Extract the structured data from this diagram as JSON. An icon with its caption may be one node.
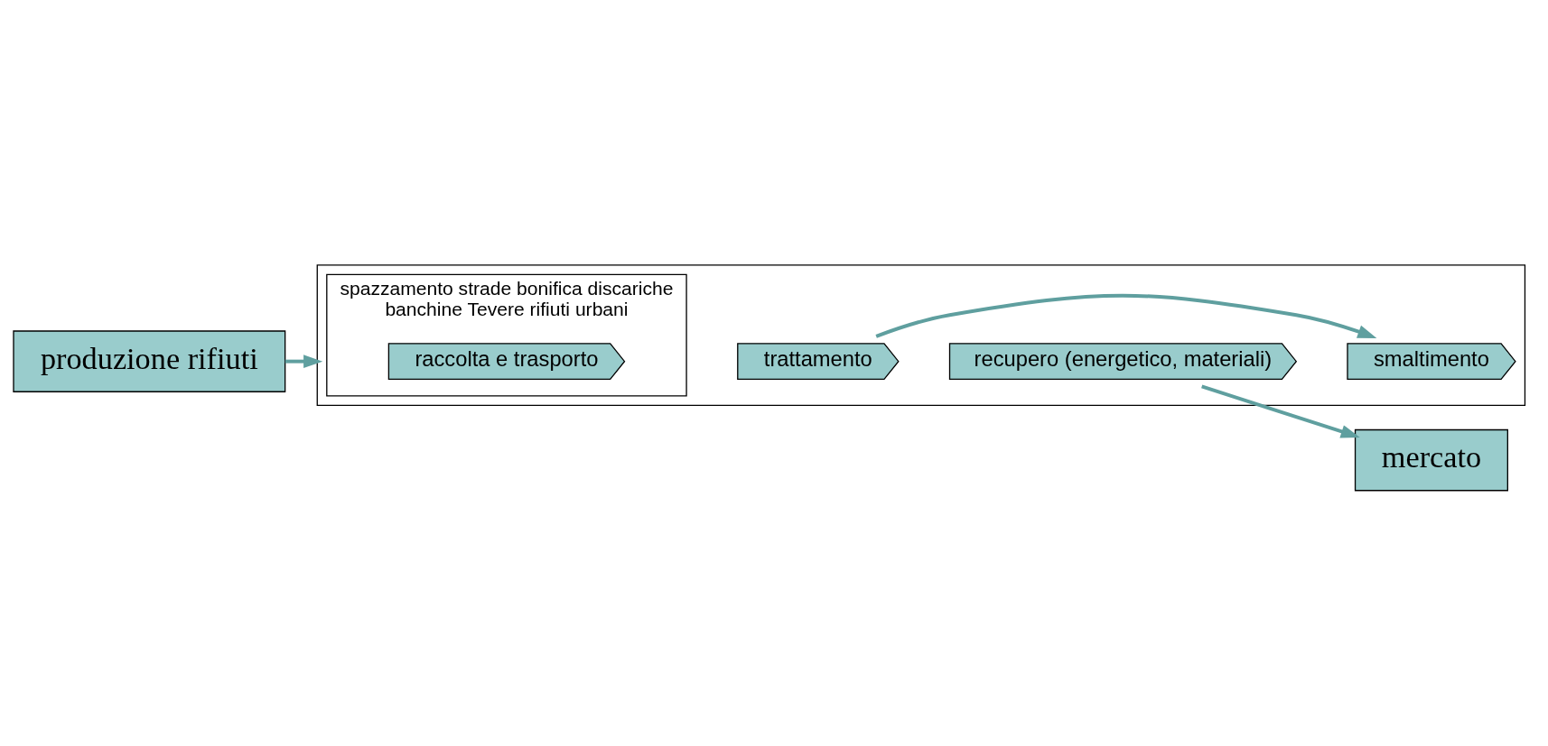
{
  "diagram": {
    "nodes": [
      {
        "text": [
          "produzione rifiuti"
        ]
      },
      {
        "text": [],
        "shape": "box"
      },
      {
        "text": [
          "spazzamento strade bonifica discariche",
          "banchine Tevere rifiuti urbani"
        ],
        "in": 1
      },
      {
        "text": [
          "raccolta e trasporto"
        ],
        "in": 2
      },
      {
        "text": [
          "trattamento"
        ],
        "in": 1
      },
      {
        "text": [
          "recupero (energetico, materiali)"
        ],
        "in": 1
      },
      {
        "text": [
          "smaltimento"
        ],
        "in": 1
      },
      {
        "text": [
          "mercato"
        ]
      }
    ],
    "edges": [
      {
        "from": 0,
        "to": 1,
        "arrow": "to"
      },
      {
        "from": 4,
        "to": 6,
        "arrow": "to"
      },
      {
        "from": 5,
        "to": 7,
        "arrow": "to"
      }
    ]
  }
}
